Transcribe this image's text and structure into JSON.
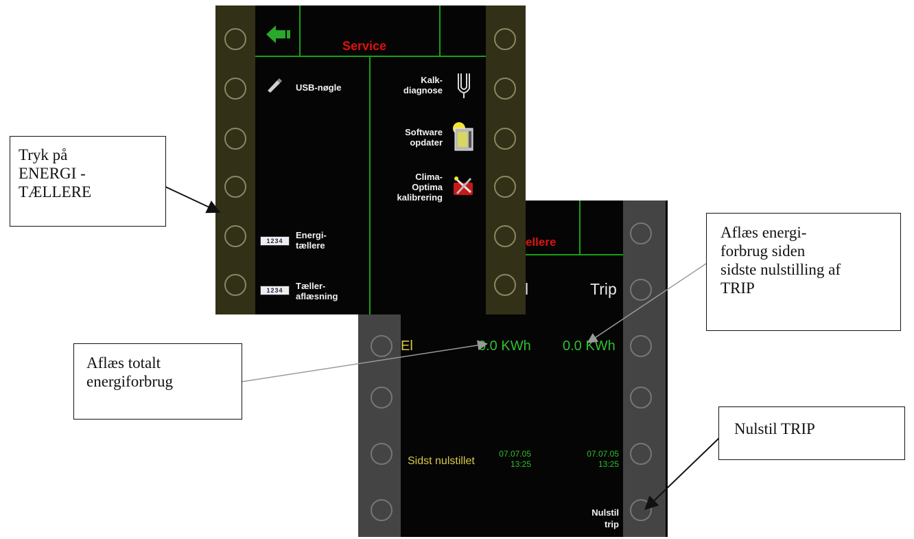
{
  "service_screen": {
    "title": "Service",
    "back_icon": "back-arrow-icon",
    "items": {
      "usb": "USB-nøgle",
      "kalk_1": "Kalk-",
      "kalk_2": "diagnose",
      "software_1": "Software",
      "software_2": "opdater",
      "clima_1": "Clima-",
      "clima_2": "Optima",
      "clima_3": "kalibrering",
      "energi_1": "Energi-",
      "energi_2": "tællere",
      "taeller_1": "Tæller-",
      "taeller_2": "aflæsning",
      "counter_glyph": "1234"
    }
  },
  "energy_screen": {
    "title_fragment": "ellere",
    "col_total_fragment": "l",
    "col_trip": "Trip",
    "row_label": "El",
    "total_value": "0.0 KWh",
    "trip_value": "0.0 KWh",
    "reset_label": "Sidst nulstillet",
    "total_date": "07.07.05",
    "total_time": "13:25",
    "trip_date": "07.07.05",
    "trip_time": "13:25",
    "reset_btn_1": "Nulstil",
    "reset_btn_2": "trip"
  },
  "callouts": {
    "press_1": "Tryk på",
    "press_2": "ENERGI -",
    "press_3": "TÆLLERE",
    "total_1": "Aflæs totalt",
    "total_2": "energiforbrug",
    "trip_1": "Aflæs energi-",
    "trip_2": "forbrug siden",
    "trip_3": "sidste nulstilling af",
    "trip_4": "TRIP",
    "reset": "Nulstil TRIP"
  },
  "colors": {
    "title_red": "#e01010",
    "value_green": "#2fc02f",
    "label_yellow": "#d6c94a",
    "divider_green": "#18a018"
  }
}
